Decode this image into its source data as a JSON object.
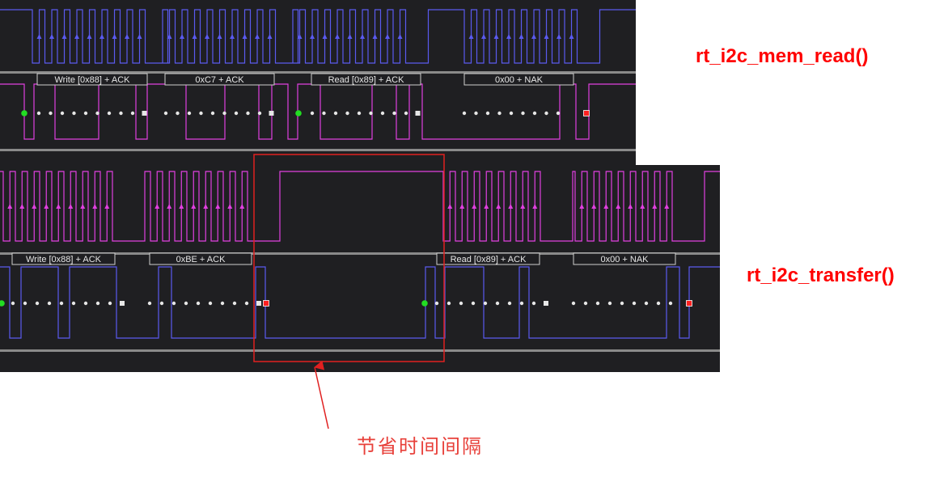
{
  "captures": [
    {
      "id": "top",
      "title": "rt_i2c_mem_read()",
      "packets": [
        "Write [0x88] + ACK",
        "0xC7 + ACK",
        "Read [0x89] + ACK",
        "0x00 + NAK"
      ]
    },
    {
      "id": "bottom",
      "title": "rt_i2c_transfer()",
      "packets": [
        "Write [0x88] + ACK",
        "0xBE + ACK",
        "Read [0x89] + ACK",
        "0x00 + NAK"
      ]
    }
  ],
  "annotation": {
    "text": "节省时间间隔"
  },
  "colors": {
    "panel_bg": "#1f1f22",
    "scl_top": "#5a5af0",
    "sda_top": "#e040e0",
    "scl_bottom": "#e040e0",
    "sda_bottom": "#5a5af0",
    "start_marker": "#22dd22",
    "stop_marker": "#ff2020",
    "highlight": "#e02020",
    "title_color": "#ff0000"
  }
}
